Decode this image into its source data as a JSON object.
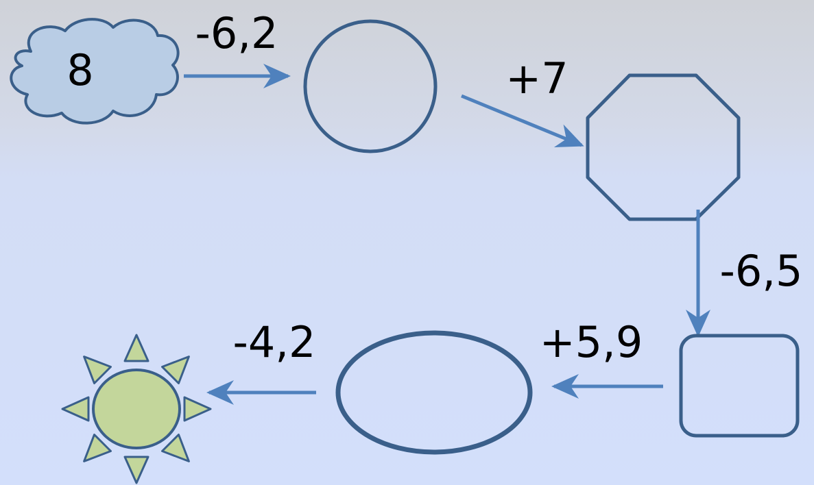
{
  "diagram": {
    "start_value": "8",
    "steps": [
      {
        "operation": "-6,2"
      },
      {
        "operation": "+7"
      },
      {
        "operation": "-6,5"
      },
      {
        "operation": "+5,9"
      },
      {
        "operation": "-4,2"
      }
    ]
  },
  "colors": {
    "arrow": "#4f81bd",
    "outline": "#3a5f8a",
    "cloud_fill": "#b9cde5",
    "sun_fill": "#c3d69b",
    "text": "#000000"
  }
}
